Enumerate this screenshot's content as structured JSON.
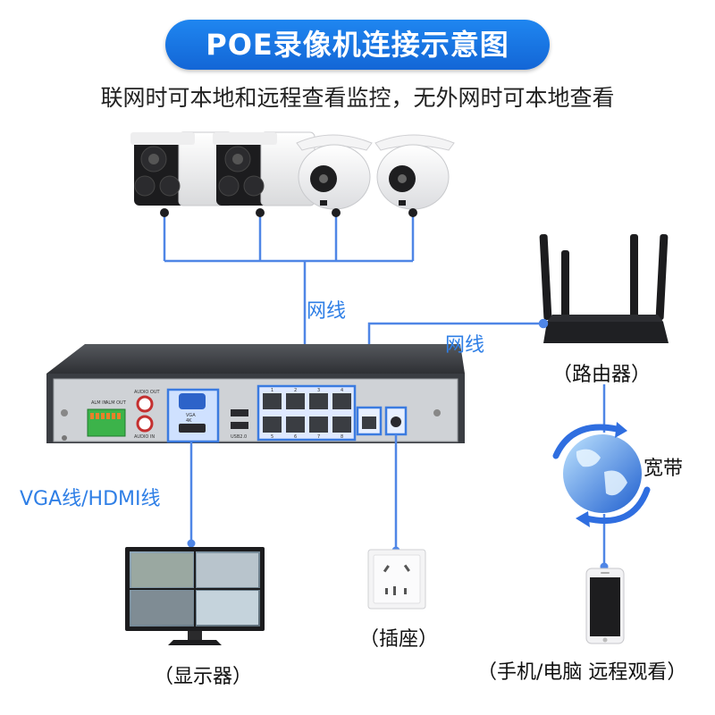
{
  "title": "POE录像机连接示意图",
  "subtitle": "联网时可本地和远程查看监控，无外网时可本地查看",
  "labels": {
    "cable_cameras": "网线",
    "cable_router": "网线",
    "router": "（路由器）",
    "broadband": "宽带",
    "vga_hdmi": "VGA线/HDMI线",
    "socket": "（插座）",
    "monitor": "（显示器）",
    "phone": "（手机/电脑 远程观看）"
  },
  "nvr_panel_text": {
    "audio_out": "AUDIO OUT",
    "audio_in": "AUDIO IN",
    "vga": "VGA",
    "hdmi": "4K",
    "usb": "USB2.0",
    "alarm_in": "ALM IN",
    "alarm_out": "ALM OUT",
    "port_numbers": [
      "1",
      "2",
      "3",
      "4",
      "5",
      "6",
      "7",
      "8"
    ]
  },
  "colors": {
    "accent": "#1a74e4",
    "line": "#4f86e6",
    "nvr_body": "#3a3d42",
    "panel": "#cfd2d6"
  }
}
